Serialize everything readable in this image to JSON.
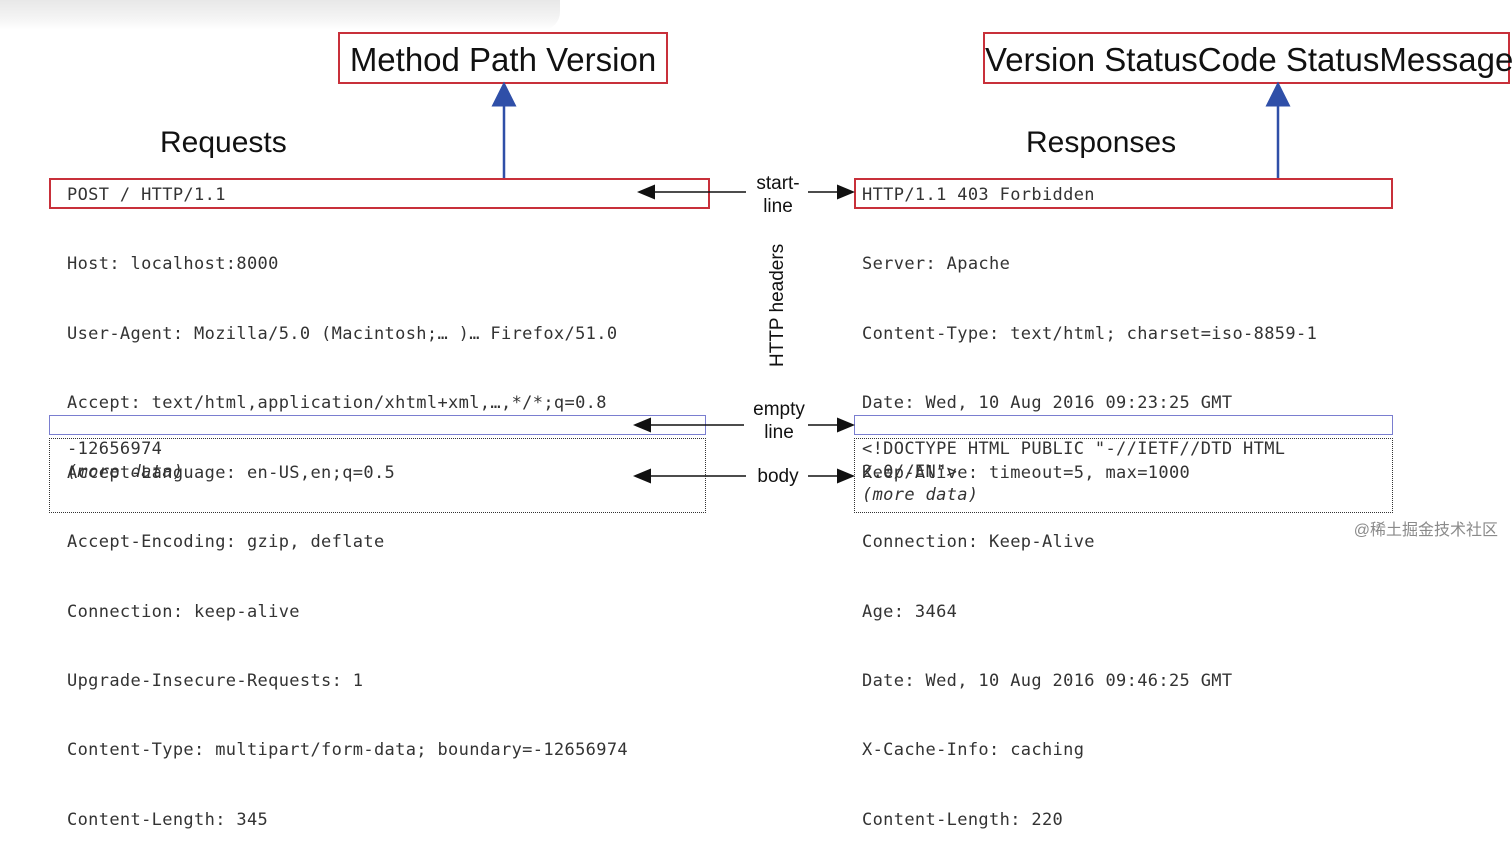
{
  "request": {
    "label_box": "Method Path Version",
    "title": "Requests",
    "start_line": "POST / HTTP/1.1",
    "headers": [
      "Host: localhost:8000",
      "User-Agent: Mozilla/5.0 (Macintosh;… )… Firefox/51.0",
      "Accept: text/html,application/xhtml+xml,…,*/*;q=0.8",
      "Accept-Language: en-US,en;q=0.5",
      "Accept-Encoding: gzip, deflate",
      "Connection: keep-alive",
      "Upgrade-Insecure-Requests: 1",
      "Content-Type: multipart/form-data; boundary=-12656974",
      "Content-Length: 345"
    ],
    "body": [
      "-12656974",
      "(more data)"
    ]
  },
  "response": {
    "label_box": "Version StatusCode StatusMessage",
    "title": "Responses",
    "start_line": "HTTP/1.1 403 Forbidden",
    "headers": [
      "Server: Apache",
      "Content-Type: text/html; charset=iso-8859-1",
      "Date: Wed, 10 Aug 2016 09:23:25 GMT",
      "Keep-Alive: timeout=5, max=1000",
      "Connection: Keep-Alive",
      "Age: 3464",
      "Date: Wed, 10 Aug 2016 09:46:25 GMT",
      "X-Cache-Info: caching",
      "Content-Length: 220"
    ],
    "body": [
      "<!DOCTYPE HTML PUBLIC \"-//IETF//DTD HTML",
      "2.0//EN\">",
      "(more data)"
    ]
  },
  "middle_labels": {
    "start_line_1": "start-",
    "start_line_2": "line",
    "http_headers": "HTTP headers",
    "empty_line_1": "empty",
    "empty_line_2": "line",
    "body": "body"
  },
  "watermark": "@稀土掘金技术社区",
  "colors": {
    "start_line_box": "#c8303a",
    "empty_line_box": "#7a7ed0",
    "up_arrow": "#2f4fa8",
    "side_arrow": "#111111"
  }
}
